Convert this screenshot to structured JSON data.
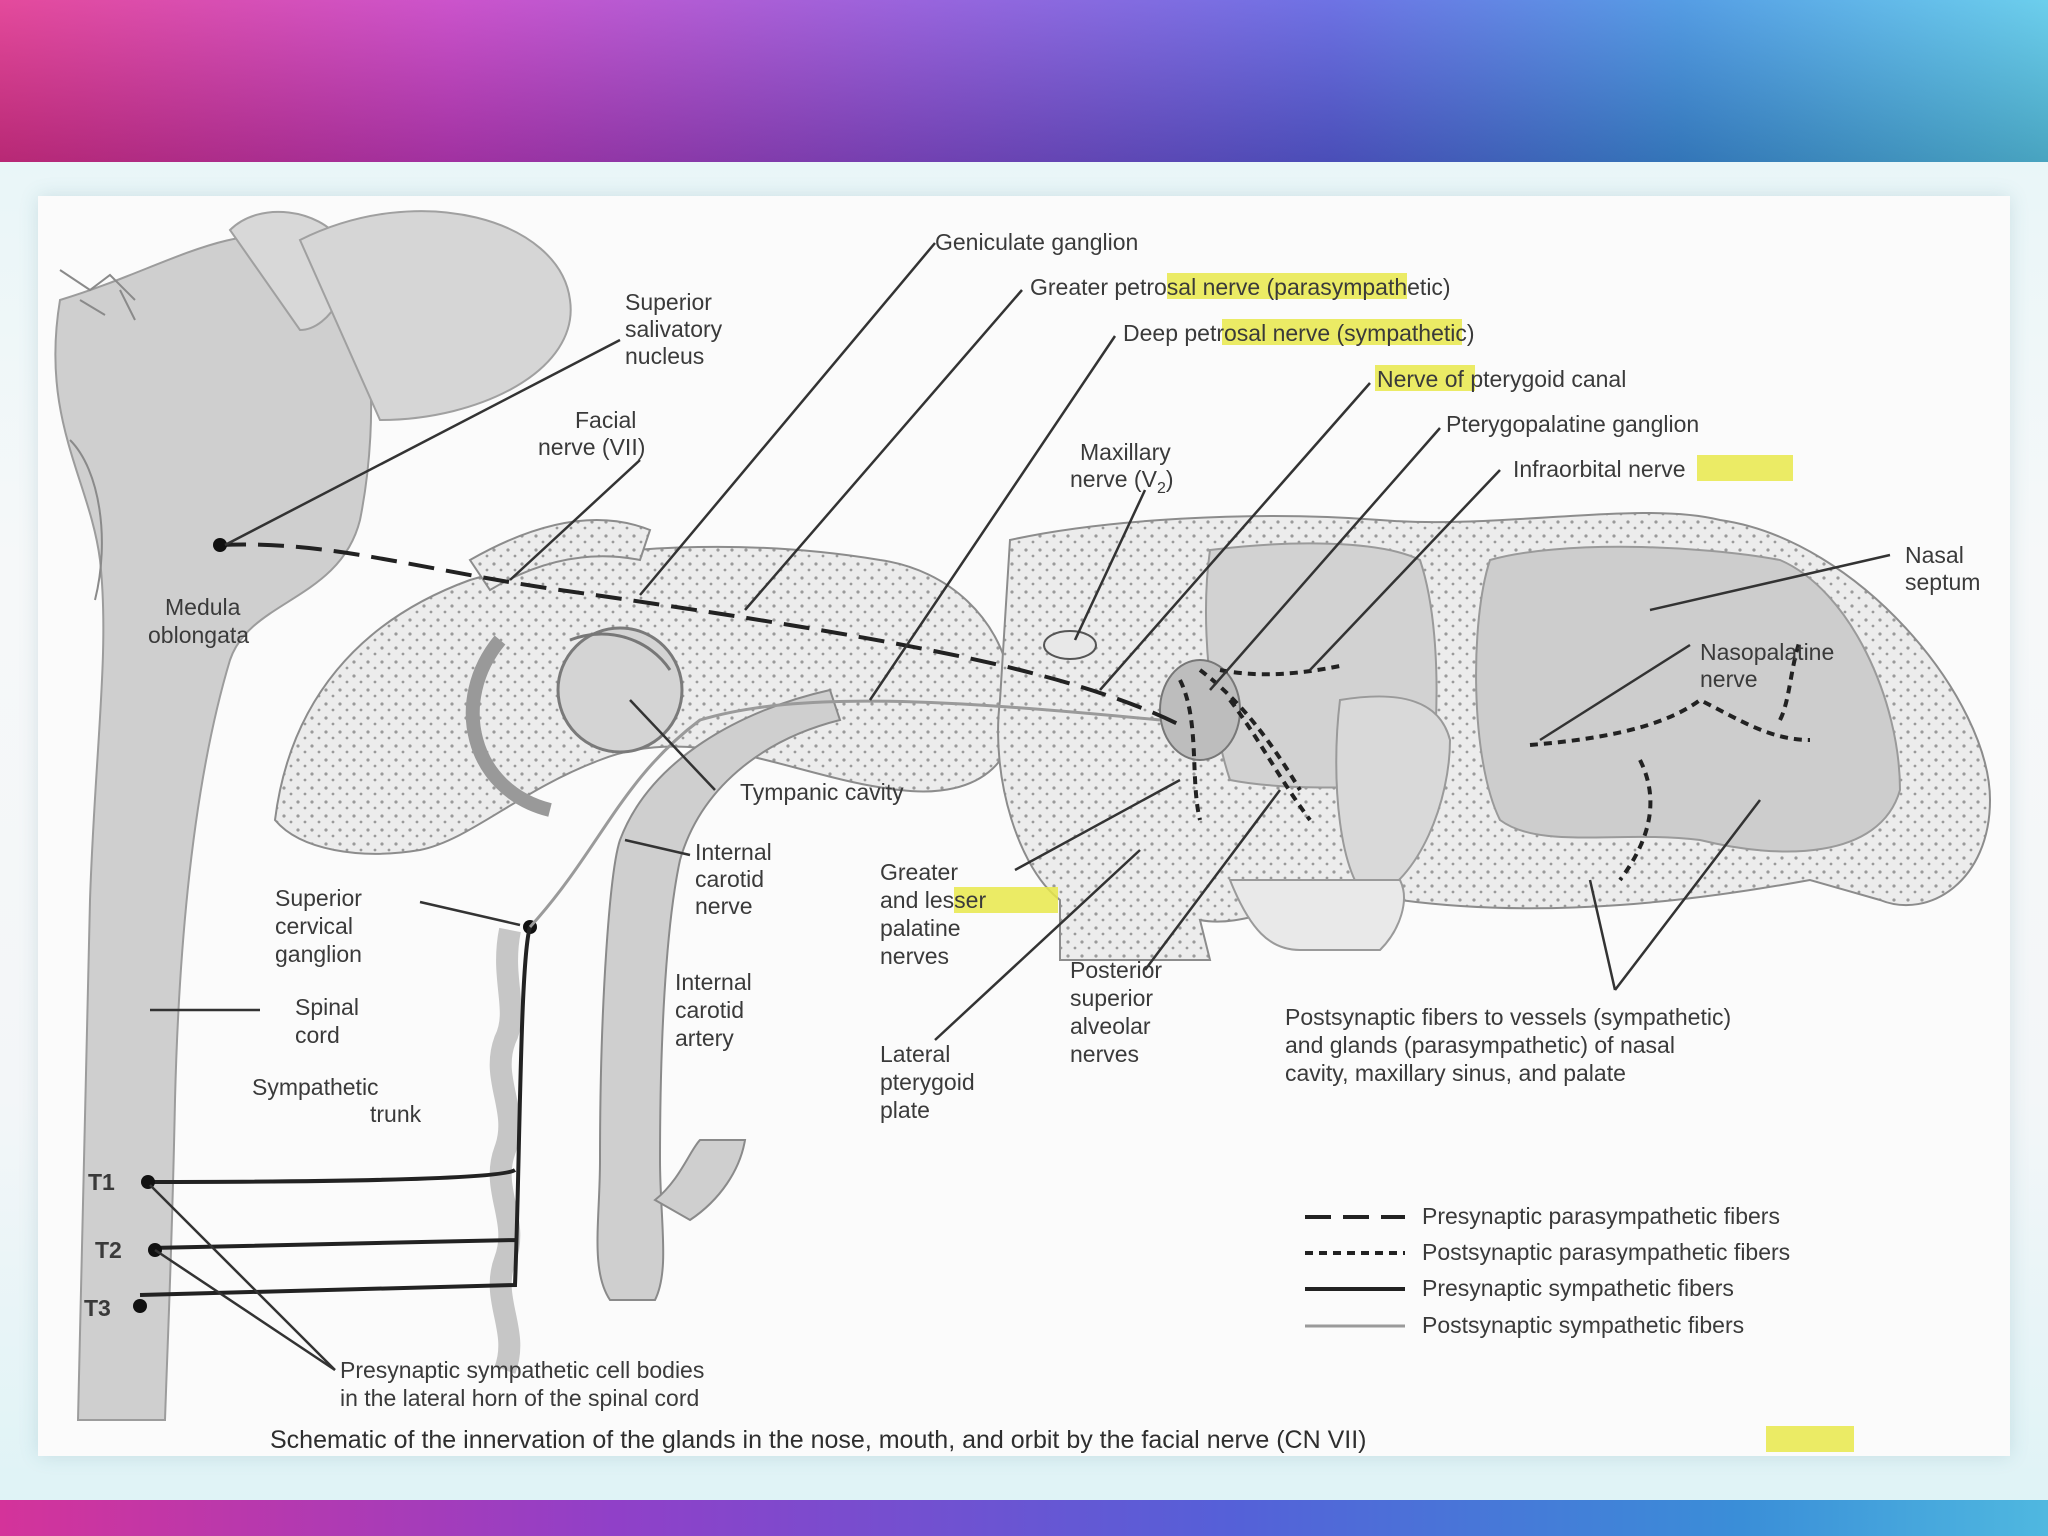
{
  "colors": {
    "banner_start": "#e0318e",
    "banner_end": "#58c8ea",
    "highlight": "#e8e84a",
    "tissue": "#c9c9c9",
    "bone": "#e2e2e2",
    "line": "#3a3a3a"
  },
  "labels": {
    "geniculate_ganglion": "Geniculate ganglion",
    "greater_petrosal_pre": "Greater",
    "greater_petrosal_hl": "petrosal nerve",
    "greater_petrosal_post": "(parasympathetic)",
    "deep_petrosal_pre": "Deep",
    "deep_petrosal_hl": "petrosal nerve",
    "deep_petrosal_post": "(sympathetic)",
    "pterygoid_canal_hl": "Nerve",
    "pterygoid_canal_post": "of pterygoid canal",
    "pterygopalatine_ganglion": "Pterygopalatine ganglion",
    "infraorbital_pre": "Infraorbital",
    "infraorbital_hl": "nerve",
    "superior_salivatory_1": "Superior",
    "superior_salivatory_2": "salivatory",
    "superior_salivatory_3": "nucleus",
    "facial_nerve_1": "Facial",
    "facial_nerve_2": "nerve (VII)",
    "maxillary_nerve_1": "Maxillary",
    "maxillary_nerve_2": "nerve (V",
    "maxillary_nerve_sub": "2",
    "maxillary_nerve_3": ")",
    "nasal_septum_1": "Nasal",
    "nasal_septum_2": "septum",
    "medulla_1": "Medula",
    "medulla_2": "oblongata",
    "nasopalatine_1": "Nasopalatine",
    "nasopalatine_2": "nerve",
    "tympanic_cavity": "Tympanic cavity",
    "internal_carotid_nerve_1": "Internal",
    "internal_carotid_nerve_2": "carotid",
    "internal_carotid_nerve_3": "nerve",
    "greater_lesser_1": "Greater",
    "greater_lesser_2_pre": "and",
    "greater_lesser_2_hl": "lesser",
    "greater_lesser_3": "palatine",
    "greater_lesser_4": "nerves",
    "superior_cervical_1": "Superior",
    "superior_cervical_2": "cervical",
    "superior_cervical_3": "ganglion",
    "spinal_cord_1": "Spinal",
    "spinal_cord_2": "cord",
    "internal_carotid_artery_1": "Internal",
    "internal_carotid_artery_2": "carotid",
    "internal_carotid_artery_3": "artery",
    "posterior_superior_1": "Posterior",
    "posterior_superior_2": "superior",
    "posterior_superior_3": "alveolar",
    "posterior_superior_4": "nerves",
    "postsynaptic_fibers_1": "Postsynaptic fibers to vessels (sympathetic)",
    "postsynaptic_fibers_2": "and glands (parasympathetic) of nasal",
    "postsynaptic_fibers_3": "cavity, maxillary sinus, and palate",
    "sympathetic_trunk_1": "Sympathetic",
    "sympathetic_trunk_2": "trunk",
    "lateral_pterygoid_1": "Lateral",
    "lateral_pterygoid_2": "pterygoid",
    "lateral_pterygoid_3": "plate",
    "t1": "T1",
    "t2": "T2",
    "t3": "T3",
    "presynaptic_cell_bodies_1": "Presynaptic sympathetic cell bodies",
    "presynaptic_cell_bodies_2": "in the lateral horn of the spinal cord"
  },
  "legend": [
    "Presynaptic parasympathetic fibers",
    "Postsynaptic parasympathetic fibers",
    "Presynaptic sympathetic fibers",
    "Postsynaptic sympathetic fibers"
  ],
  "caption_pre": "Schematic of the innervation of the glands in the nose, mouth, and orbit by the facial",
  "caption_hl": "nerve",
  "caption_post": "(CN VII)"
}
